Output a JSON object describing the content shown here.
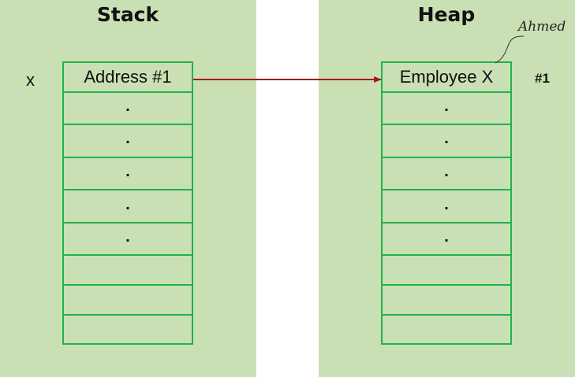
{
  "stack": {
    "title": "Stack",
    "variable": "x",
    "cells": [
      "Address #1",
      ".",
      ".",
      ".",
      ".",
      ".",
      "",
      "",
      ""
    ]
  },
  "heap": {
    "title": "Heap",
    "address": "#1",
    "annotation": "Ahmed",
    "cells": [
      "Employee X",
      ".",
      ".",
      ".",
      ".",
      ".",
      "",
      "",
      ""
    ]
  },
  "colors": {
    "panel_bg": "#c8e0b4",
    "cell_border": "#22b24c",
    "pointer_arrow": "#a31c1c"
  }
}
